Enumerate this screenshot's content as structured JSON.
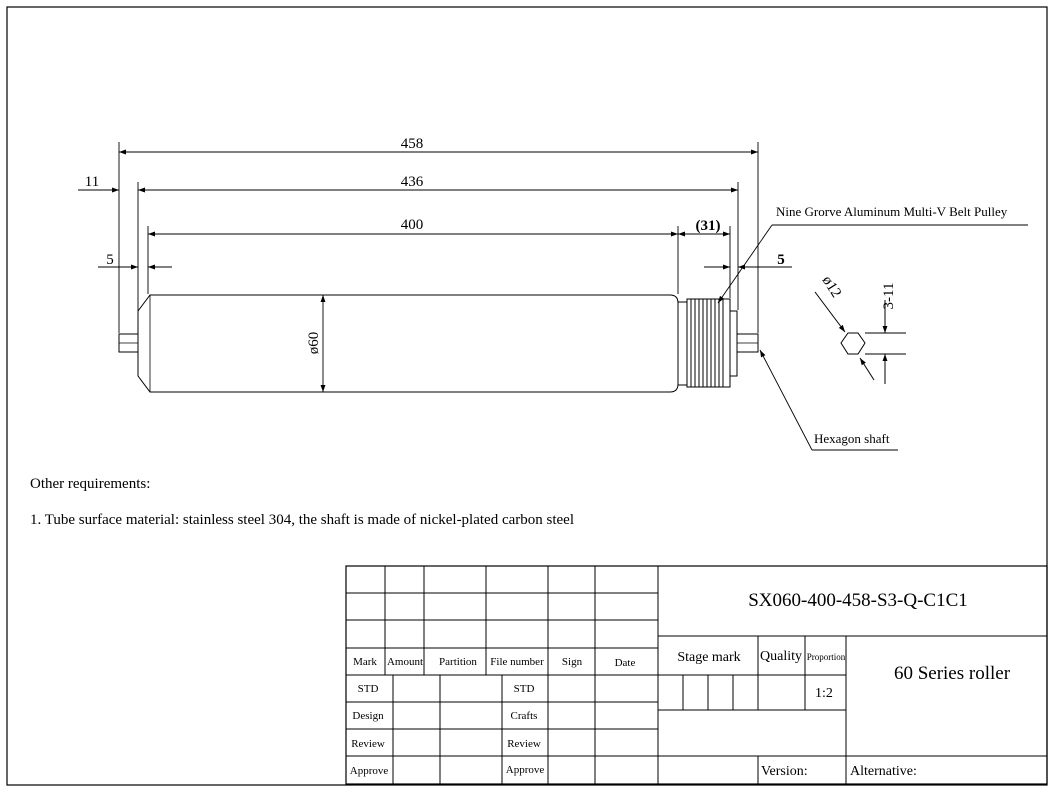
{
  "dimensions": {
    "overall_length": "458",
    "shaft_to_shaft": "436",
    "tube_length": "400",
    "pulley_width": "(31)",
    "left_shaft": "11",
    "left_offset": "5",
    "right_offset": "5",
    "diameter": "ø60",
    "hex_diameter": "ø12",
    "hex_flat": "3-11"
  },
  "callouts": {
    "pulley": "Nine Grorve Aluminum Multi-V Belt Pulley",
    "shaft": "Hexagon shaft"
  },
  "requirements": {
    "heading": "Other requirements:",
    "item1": "1. Tube surface material: stainless steel 304,  the shaft is made of nickel-plated carbon steel"
  },
  "title_block": {
    "drawing_number": "SX060-400-458-S3-Q-C1C1",
    "title": "60 Series roller",
    "headers": {
      "mark": "Mark",
      "amount": "Amount",
      "partition": "Partition",
      "file_number": "File number",
      "sign": "Sign",
      "date": "Date"
    },
    "stage_mark": "Stage mark",
    "quality": "Quality",
    "proportion": "Proportion",
    "scale": "1:2",
    "rows": {
      "std_left": "STD",
      "std_right": "STD",
      "design": "Design",
      "crafts": "Crafts",
      "review_left": "Review",
      "review_right": "Review",
      "approve_left": "Approve",
      "approve_right": "Approve"
    },
    "version_label": "Version:",
    "alternative_label": "Alternative:"
  }
}
